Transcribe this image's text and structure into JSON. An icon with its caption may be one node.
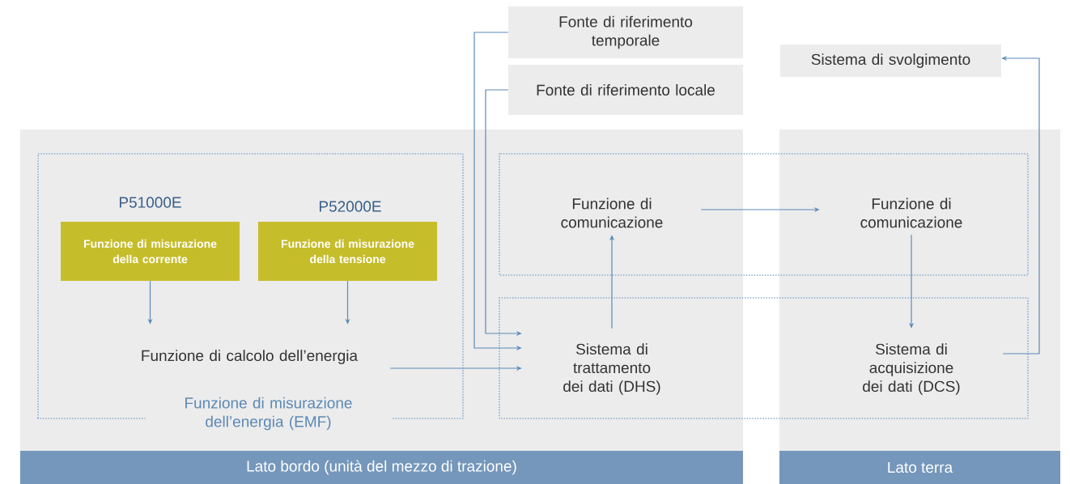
{
  "diagram": {
    "nodes": [
      {
        "text": [
          "Lato bordo (unità del mezzo di trazione)"
        ]
      },
      {
        "text": [
          "Lato terra"
        ]
      },
      {
        "text": [
          "Funzione di misurazione dell’energia (EMF)"
        ],
        "in": 0
      },
      {
        "text": [
          "Funzione di misurazione della corrente"
        ],
        "beside": [
          "P51000E"
        ],
        "in": 2
      },
      {
        "text": [
          "Funzione di misurazione della tensione"
        ],
        "beside": [
          "P52000E"
        ],
        "in": 2
      },
      {
        "text": [
          "Funzione di calcolo dell’energia"
        ],
        "in": 2
      },
      {
        "text": [
          "Funzione di comunicazione"
        ],
        "in": 0
      },
      {
        "text": [
          "Funzione di comunicazione"
        ],
        "in": 1
      },
      {
        "text": [
          "Sistema di trattamento dei dati (DHS)"
        ],
        "in": 0
      },
      {
        "text": [
          "Sistema di acquisizione dei dati (DCS)"
        ],
        "in": 1
      },
      {
        "text": [
          "Fonte di riferimento temporale"
        ]
      },
      {
        "text": [
          "Fonte di riferimento locale"
        ]
      },
      {
        "text": [
          "Sistema di svolgimento"
        ]
      }
    ],
    "edges": [
      {
        "from": 3,
        "to": 5,
        "arrow": "to"
      },
      {
        "from": 4,
        "to": 5,
        "arrow": "to"
      },
      {
        "from": 5,
        "to": 8,
        "arrow": "to"
      },
      {
        "from": 10,
        "to": 8,
        "arrow": "to"
      },
      {
        "from": 11,
        "to": 8,
        "arrow": "to"
      },
      {
        "from": 8,
        "to": 6,
        "arrow": "to"
      },
      {
        "from": 6,
        "to": 7,
        "arrow": "to"
      },
      {
        "from": 7,
        "to": 9,
        "arrow": "to"
      },
      {
        "from": 9,
        "to": 12,
        "arrow": "to"
      }
    ]
  }
}
